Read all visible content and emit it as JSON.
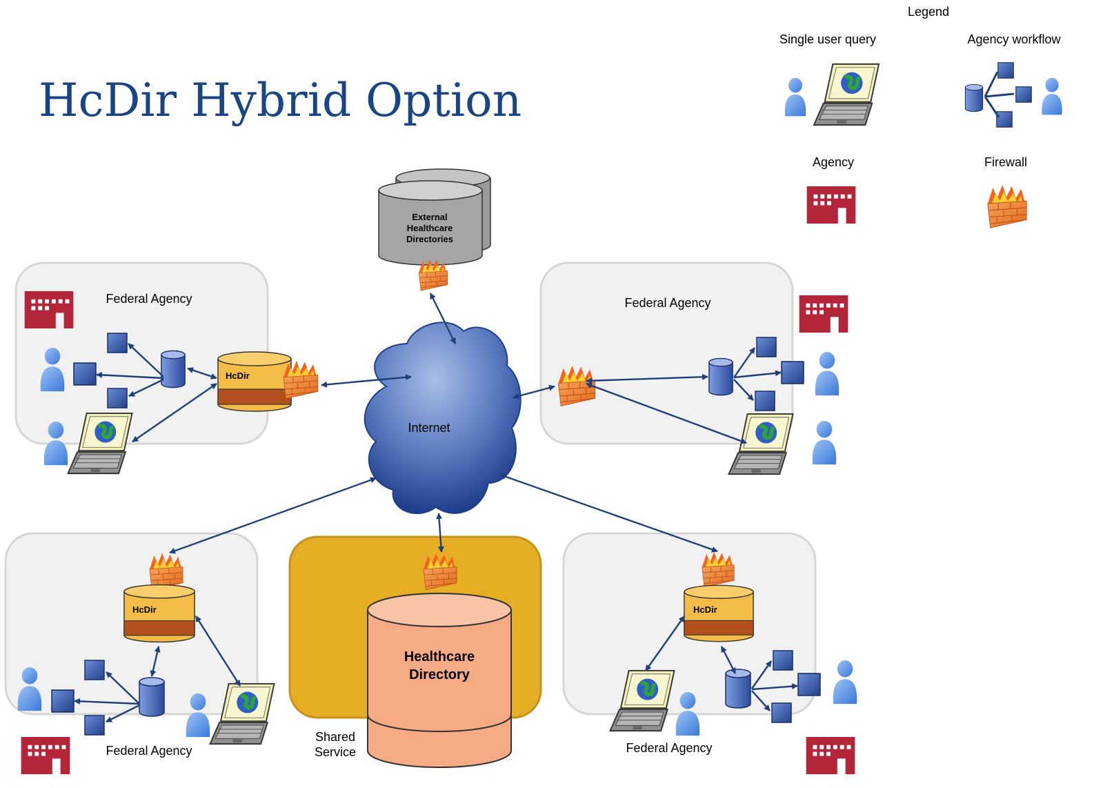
{
  "title": "HcDir Hybrid Option",
  "legend": {
    "heading": "Legend",
    "single_user_query": "Single user query",
    "agency_workflow": "Agency workflow",
    "agency": "Agency",
    "firewall": "Firewall"
  },
  "external_directories": {
    "line1": "External",
    "line2": "Healthcare",
    "line3": "Directories"
  },
  "internet_label": "Internet",
  "agencies": {
    "top_left": "Federal Agency",
    "top_right": "Federal Agency",
    "bottom_left": "Federal Agency",
    "bottom_right": "Federal Agency"
  },
  "hcdir_label": "HcDir",
  "shared_service": {
    "line1": "Shared",
    "line2": "Service"
  },
  "healthcare_directory": {
    "line1": "Healthcare",
    "line2": "Directory"
  },
  "colors": {
    "title_blue": "#1a4585",
    "arrow_blue": "#1f3f7a",
    "agency_red": "#b3263a",
    "panel_gray": "#f1f1f1",
    "shared_gold": "#e6ae24",
    "hcdir_yellow": "#f2bc46",
    "hcdir_brown": "#b2501e",
    "directory_salmon": "#f6ab85"
  }
}
